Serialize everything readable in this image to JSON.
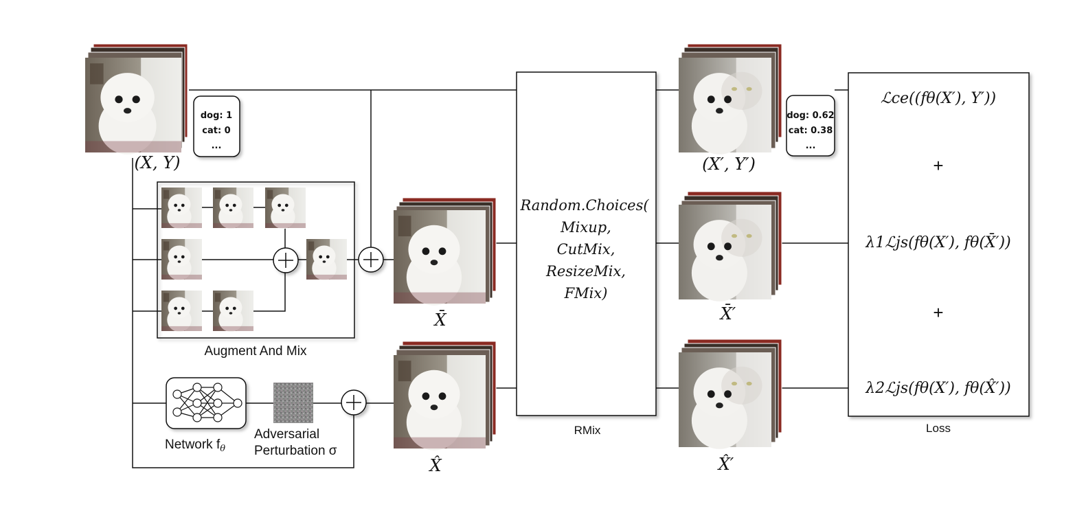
{
  "images": {
    "input_pair": "(X, Y)",
    "augmix_output": "X̄",
    "adversarial_output": "X̂",
    "mixed_pair": "(X′, Y′)",
    "mixed_augmix": "X̄′",
    "mixed_adversarial": "X̂′"
  },
  "labels": {
    "input": {
      "dog": "dog: 1",
      "cat": "cat: 0",
      "more": "..."
    },
    "mixed": {
      "dog": "dog: 0.62",
      "cat": "cat: 0.38",
      "more": "..."
    }
  },
  "blocks": {
    "augment_and_mix": "Augment And Mix",
    "network": "Network f",
    "network_sub": "θ",
    "adversarial_line1": "Adversarial",
    "adversarial_line2": "Perturbation σ",
    "rmix_caption": "RMix",
    "loss_caption": "Loss"
  },
  "rmix": {
    "lines": [
      "Random.Choices(",
      "Mixup,",
      "CutMix,",
      "ResizeMix,",
      "FMix)"
    ]
  },
  "loss": {
    "plus": "+",
    "term1": "ℒce((fθ(X′), Y′))",
    "term2": "λ1ℒjs(fθ(X′), fθ(X̄′))",
    "term3": "λ2ℒjs(fθ(X′), fθ(X̂′))"
  },
  "colors": {
    "line": "#111111",
    "stack_red": "#8a2a22",
    "stack_dark": "#2d2a26",
    "photo_bg": "#7a7368",
    "dog_white": "#f1f0ec",
    "noise": "#8a8a8a"
  }
}
